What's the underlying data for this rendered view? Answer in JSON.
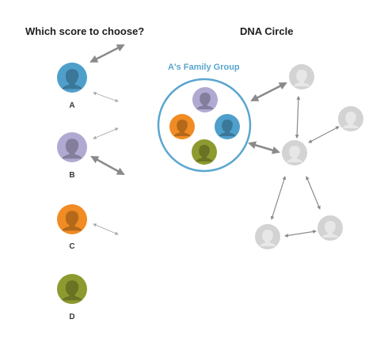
{
  "headings": {
    "left": "Which score to choose?",
    "right": "DNA Circle"
  },
  "family_group": {
    "title": "A's Family Group"
  },
  "people": [
    {
      "label": "A",
      "color": "#4f9fcb",
      "icon": "person-silhouette-icon"
    },
    {
      "label": "B",
      "color": "#b0a9d1",
      "icon": "person-silhouette-icon"
    },
    {
      "label": "C",
      "color": "#f08c23",
      "icon": "person-silhouette-icon"
    },
    {
      "label": "D",
      "color": "#8c9a2f",
      "icon": "person-silhouette-icon"
    }
  ],
  "colors": {
    "circle_member": "#d3d3d3",
    "group_ring": "#5aa6cf",
    "arrow_strong": "#8a8a8a",
    "arrow_weak": "#a8a8a8"
  }
}
